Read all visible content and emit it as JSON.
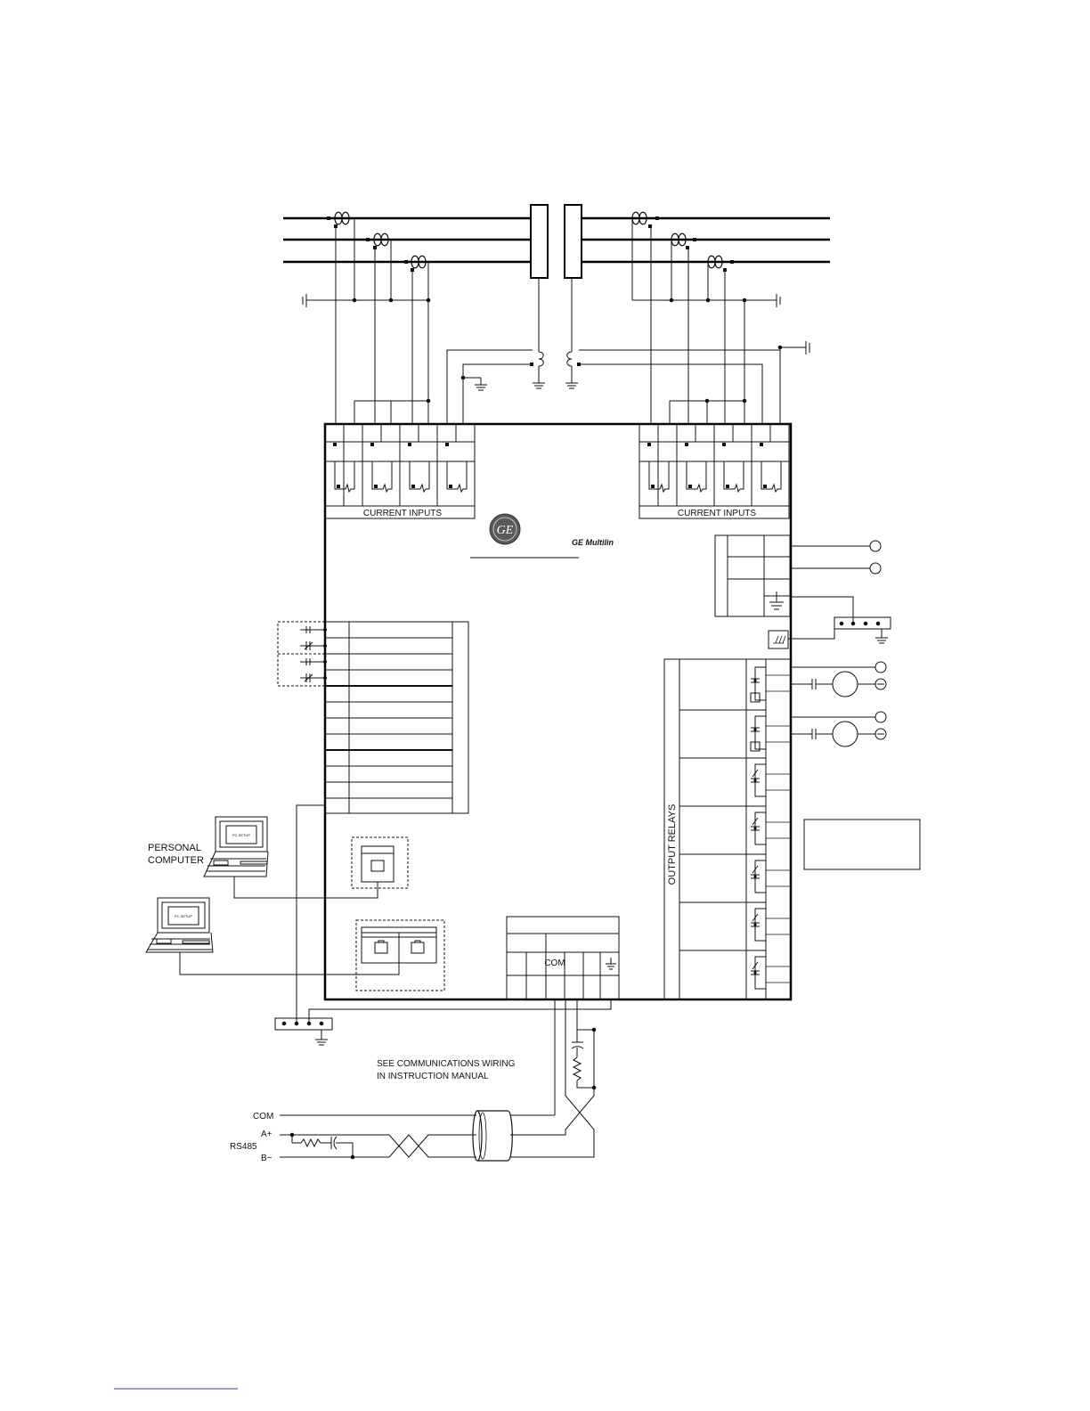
{
  "left_current_inputs_label": "CURRENT  INPUTS",
  "right_current_inputs_label": "CURRENT  INPUTS",
  "brand_name": "GE Multilin",
  "output_relays_label": "OUTPUT  RELAYS",
  "personal_computer_line1": "PERSONAL",
  "personal_computer_line2": "COMPUTER",
  "pc_screen_text": "PC SETUP",
  "comm_note_line1": "SEE  COMMUNICATIONS  WIRING",
  "comm_note_line2": "IN  INSTRUCTION  MANUAL",
  "com_terminal_label": "COM",
  "rs485_com_label": "COM",
  "rs485_a_label": "A+",
  "rs485_label": "RS485",
  "rs485_b_label": "B−",
  "colors": {
    "line": "#111111",
    "bus_line": "#000000",
    "footer_line": "#2a3aa8",
    "ge_logo_fill": "#5a5a5a"
  }
}
